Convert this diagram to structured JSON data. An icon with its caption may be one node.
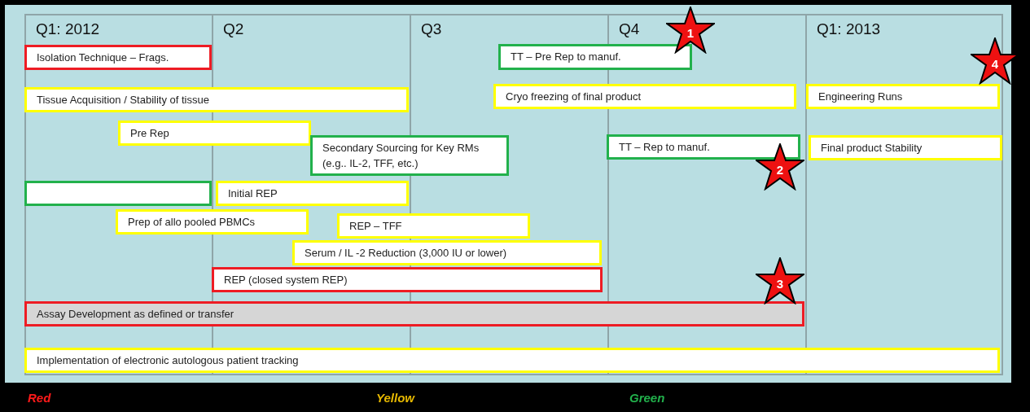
{
  "diagram": {
    "nodes": [
      {
        "text": [
          "Isolation Technique – Frags."
        ]
      },
      {
        "text": [
          "TT – Pre Rep to manuf."
        ]
      },
      {
        "text": [
          "Tissue Acquisition / Stability of tissue"
        ]
      },
      {
        "text": [
          "Cryo freezing of final product"
        ]
      },
      {
        "text": [
          "Engineering Runs"
        ]
      },
      {
        "text": [
          "Pre Rep"
        ]
      },
      {
        "text": [
          "Secondary Sourcing for Key RMs (e.g.. IL-2, TFF, etc.)"
        ]
      },
      {
        "text": [
          "TT – Rep to manuf."
        ]
      },
      {
        "text": [
          "Final product Stability"
        ]
      },
      {
        "text": [],
        "shape": "box"
      },
      {
        "text": [
          "Initial REP"
        ]
      },
      {
        "text": [
          "Prep of allo pooled PBMCs"
        ]
      },
      {
        "text": [
          "REP – TFF"
        ]
      },
      {
        "text": [
          "Serum / IL -2 Reduction (3,000 IU or lower)"
        ]
      },
      {
        "text": [
          "REP (closed system REP)"
        ]
      },
      {
        "text": [
          "Assay Development as defined or transfer"
        ]
      },
      {
        "text": [
          "Implementation of electronic autologous patient tracking"
        ]
      },
      {
        "text": [
          "1"
        ]
      },
      {
        "text": [
          "2"
        ]
      },
      {
        "text": [
          "3"
        ]
      },
      {
        "text": [
          "4"
        ]
      }
    ],
    "labels": [
      "Q1: 2012",
      "Q2",
      "Q3",
      "Q4",
      "Q1: 2013"
    ],
    "legend": [
      {
        "text": "Red",
        "color": "#ff1a1a"
      },
      {
        "text": "Yellow",
        "color": "#e6b800"
      },
      {
        "text": "Green",
        "color": "#22b14c"
      }
    ]
  }
}
